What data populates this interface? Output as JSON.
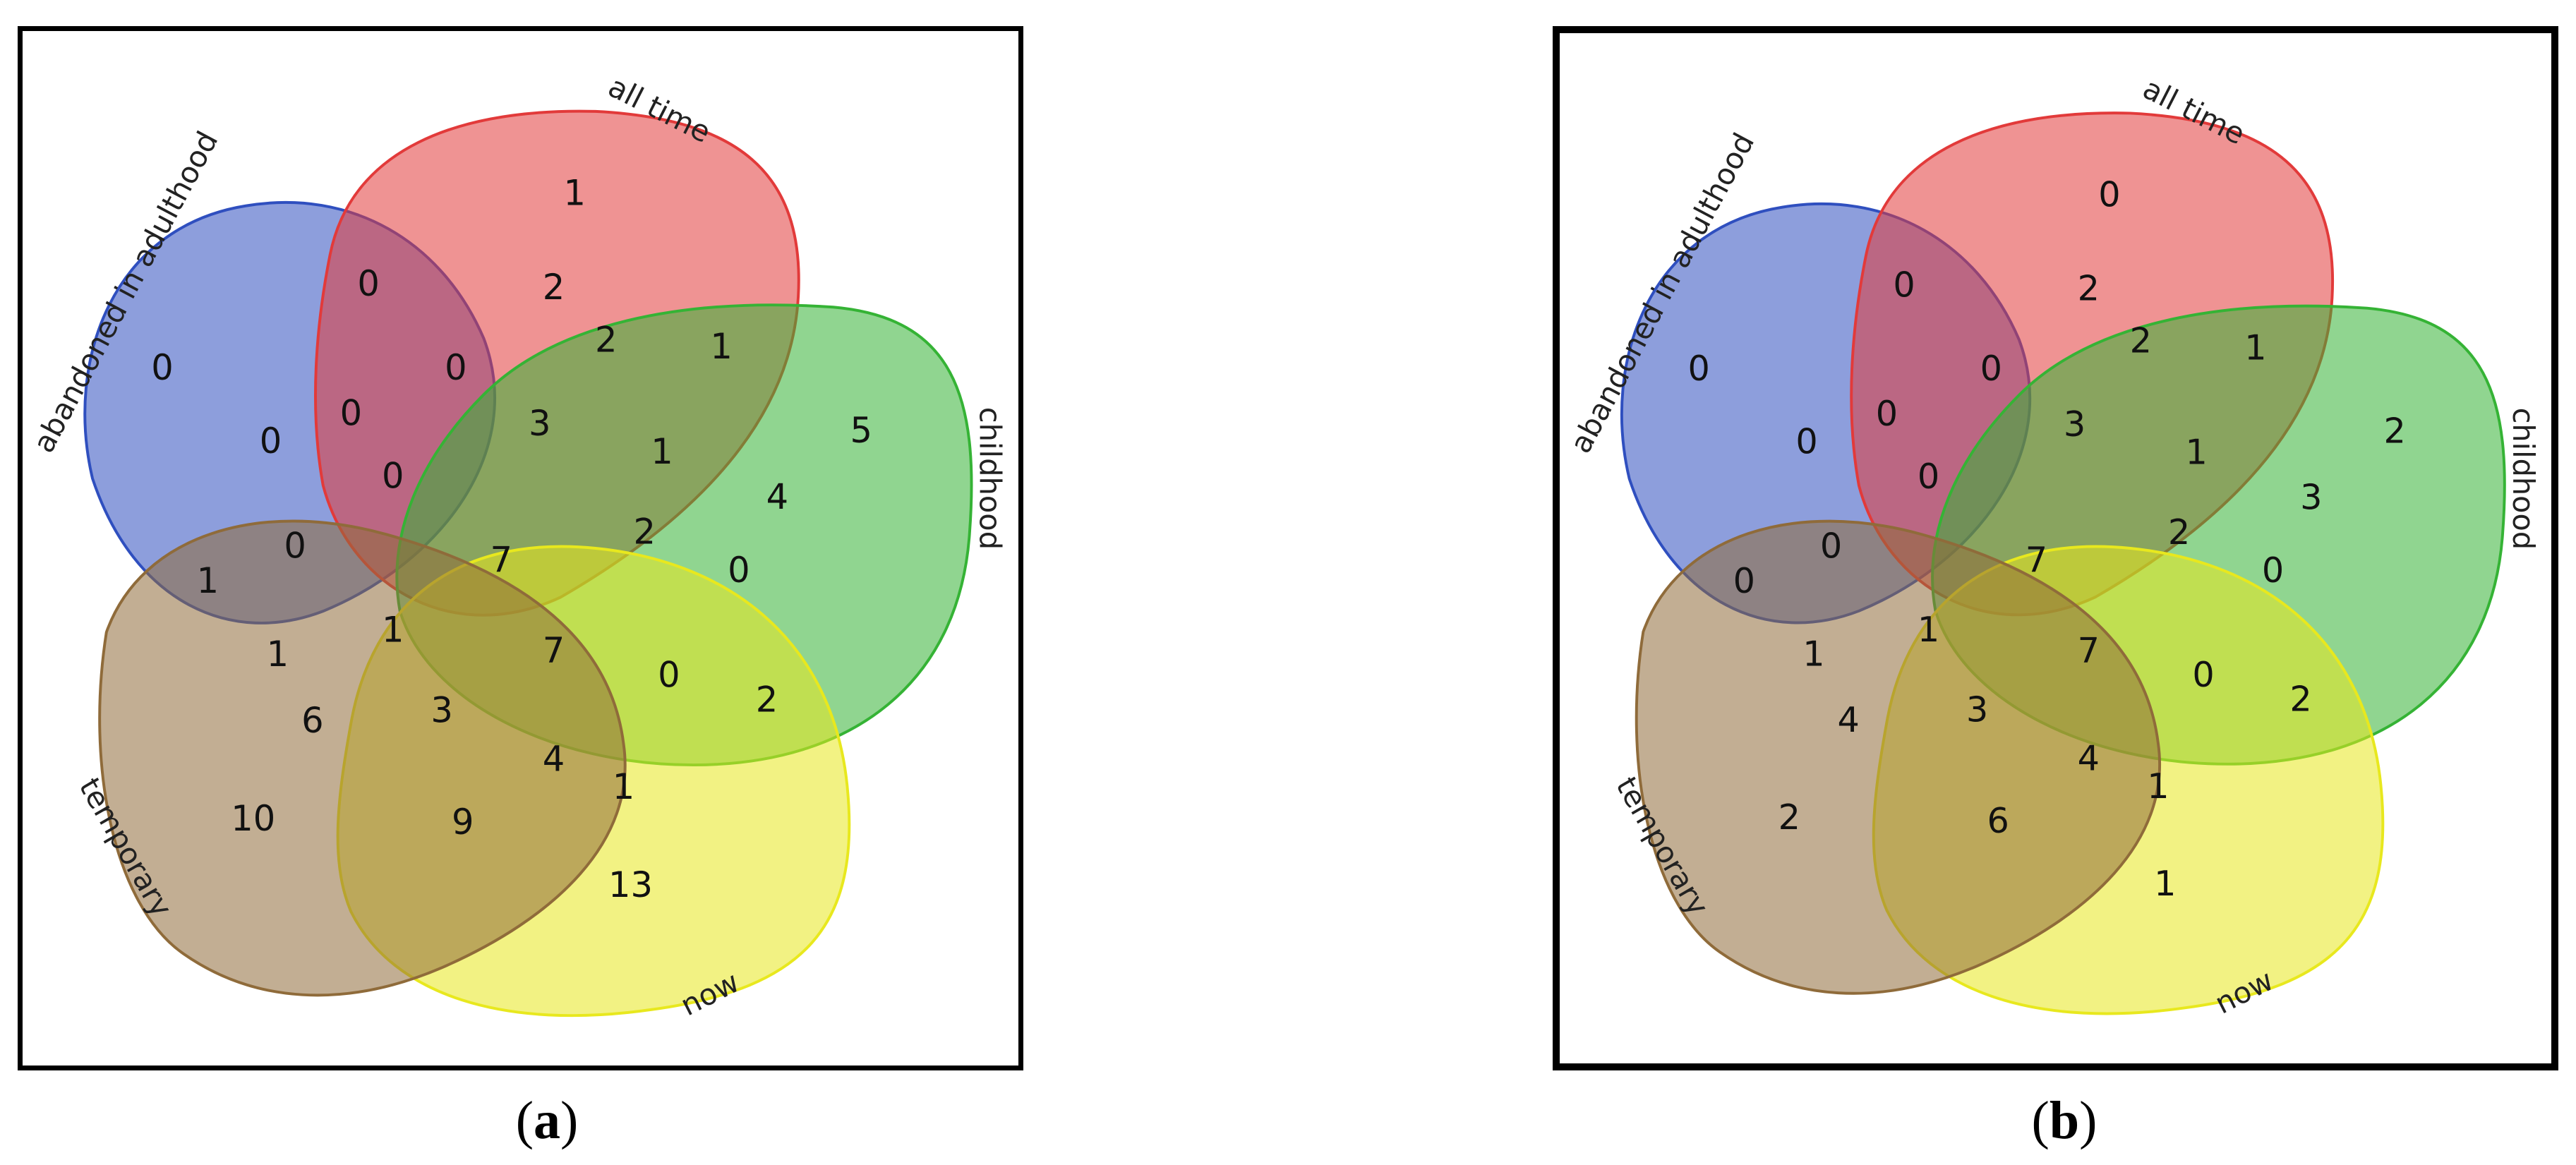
{
  "set_labels": {
    "abandoned": "abandoned in adulthood",
    "all_time": "all time",
    "childhood": "childhood",
    "now": "now",
    "temporary": "temporary"
  },
  "colors": {
    "abandoned": "#2f4fbf",
    "all_time": "#e23a3a",
    "childhood": "#35b335",
    "now": "#e8e81e",
    "temporary": "#8f6b3a"
  },
  "panels": [
    {
      "caption": "a",
      "counts": [
        "1",
        "0",
        "2",
        "2",
        "1",
        "0",
        "0",
        "0",
        "3",
        "1",
        "5",
        "0",
        "0",
        "4",
        "0",
        "7",
        "2",
        "0",
        "1",
        "1",
        "1",
        "7",
        "0",
        "2",
        "6",
        "3",
        "4",
        "1",
        "10",
        "9",
        "13"
      ]
    },
    {
      "caption": "b",
      "counts": [
        "0",
        "0",
        "2",
        "2",
        "1",
        "0",
        "0",
        "0",
        "3",
        "1",
        "2",
        "0",
        "0",
        "3",
        "0",
        "7",
        "2",
        "0",
        "0",
        "1",
        "1",
        "7",
        "0",
        "2",
        "4",
        "3",
        "4",
        "1",
        "2",
        "6",
        "1"
      ]
    }
  ]
}
